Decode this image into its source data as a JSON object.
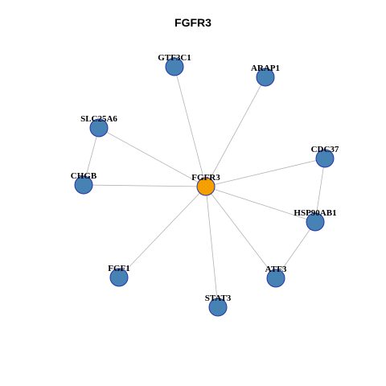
{
  "title": "FGFR3",
  "colors": {
    "center_node": "#f5a000",
    "neighbor_node": "#4682b4",
    "node_border": "#2233aa",
    "edge": "#b3b3b3"
  },
  "nodes": [
    {
      "id": "FGFR3",
      "label": "FGFR3",
      "role": "center"
    },
    {
      "id": "GTF3C1",
      "label": "GTF3C1",
      "role": "neighbor"
    },
    {
      "id": "ARAP1",
      "label": "ARAP1",
      "role": "neighbor"
    },
    {
      "id": "SLC25A6",
      "label": "SLC25A6",
      "role": "neighbor"
    },
    {
      "id": "CDC37",
      "label": "CDC37",
      "role": "neighbor"
    },
    {
      "id": "CHGB",
      "label": "CHGB",
      "role": "neighbor"
    },
    {
      "id": "HSP90AB1",
      "label": "HSP90AB1",
      "role": "neighbor"
    },
    {
      "id": "FGF1",
      "label": "FGF1",
      "role": "neighbor"
    },
    {
      "id": "ATF3",
      "label": "ATF3",
      "role": "neighbor"
    },
    {
      "id": "STAT3",
      "label": "STAT3",
      "role": "neighbor"
    }
  ],
  "edges": [
    [
      "FGFR3",
      "GTF3C1"
    ],
    [
      "FGFR3",
      "ARAP1"
    ],
    [
      "FGFR3",
      "SLC25A6"
    ],
    [
      "FGFR3",
      "CDC37"
    ],
    [
      "FGFR3",
      "CHGB"
    ],
    [
      "FGFR3",
      "HSP90AB1"
    ],
    [
      "FGFR3",
      "FGF1"
    ],
    [
      "FGFR3",
      "ATF3"
    ],
    [
      "FGFR3",
      "STAT3"
    ],
    [
      "SLC25A6",
      "CHGB"
    ],
    [
      "CDC37",
      "HSP90AB1"
    ],
    [
      "HSP90AB1",
      "ATF3"
    ]
  ]
}
